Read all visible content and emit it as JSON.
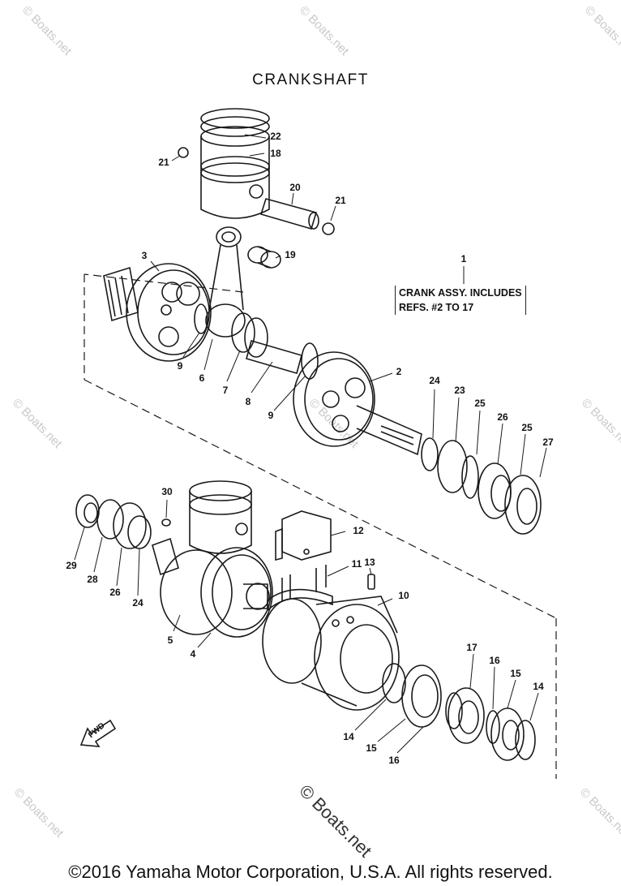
{
  "title": "CRANKSHAFT",
  "note": {
    "line1": "CRANK ASSY. INCLUDES",
    "line2": "REFS. #2 TO 17"
  },
  "callouts": [
    {
      "id": "c22",
      "text": "22"
    },
    {
      "id": "c18",
      "text": "18"
    },
    {
      "id": "c21a",
      "text": "21"
    },
    {
      "id": "c20",
      "text": "20"
    },
    {
      "id": "c21b",
      "text": "21"
    },
    {
      "id": "c3",
      "text": "3"
    },
    {
      "id": "c19",
      "text": "19"
    },
    {
      "id": "c1",
      "text": "1"
    },
    {
      "id": "c9a",
      "text": "9"
    },
    {
      "id": "c6",
      "text": "6"
    },
    {
      "id": "c7",
      "text": "7"
    },
    {
      "id": "c8",
      "text": "8"
    },
    {
      "id": "c9b",
      "text": "9"
    },
    {
      "id": "c2",
      "text": "2"
    },
    {
      "id": "c24a",
      "text": "24"
    },
    {
      "id": "c23",
      "text": "23"
    },
    {
      "id": "c25a",
      "text": "25"
    },
    {
      "id": "c26a",
      "text": "26"
    },
    {
      "id": "c25b",
      "text": "25"
    },
    {
      "id": "c27",
      "text": "27"
    },
    {
      "id": "c30",
      "text": "30"
    },
    {
      "id": "c12",
      "text": "12"
    },
    {
      "id": "c11",
      "text": "11"
    },
    {
      "id": "c13",
      "text": "13"
    },
    {
      "id": "c10",
      "text": "10"
    },
    {
      "id": "c29",
      "text": "29"
    },
    {
      "id": "c28",
      "text": "28"
    },
    {
      "id": "c26b",
      "text": "26"
    },
    {
      "id": "c24b",
      "text": "24"
    },
    {
      "id": "c5",
      "text": "5"
    },
    {
      "id": "c4",
      "text": "4"
    },
    {
      "id": "c17",
      "text": "17"
    },
    {
      "id": "c16a",
      "text": "16"
    },
    {
      "id": "c15a",
      "text": "15"
    },
    {
      "id": "c14a",
      "text": "14"
    },
    {
      "id": "c14b",
      "text": "14"
    },
    {
      "id": "c15b",
      "text": "15"
    },
    {
      "id": "c16b",
      "text": "16"
    }
  ],
  "fwd_label": "FWD",
  "watermark": "© Boats.net",
  "footer": "©2016 Yamaha Motor Corporation, U.S.A. All rights reserved.",
  "colors": {
    "line": "#1a1a1a",
    "watermark": "#c9c9c9"
  }
}
